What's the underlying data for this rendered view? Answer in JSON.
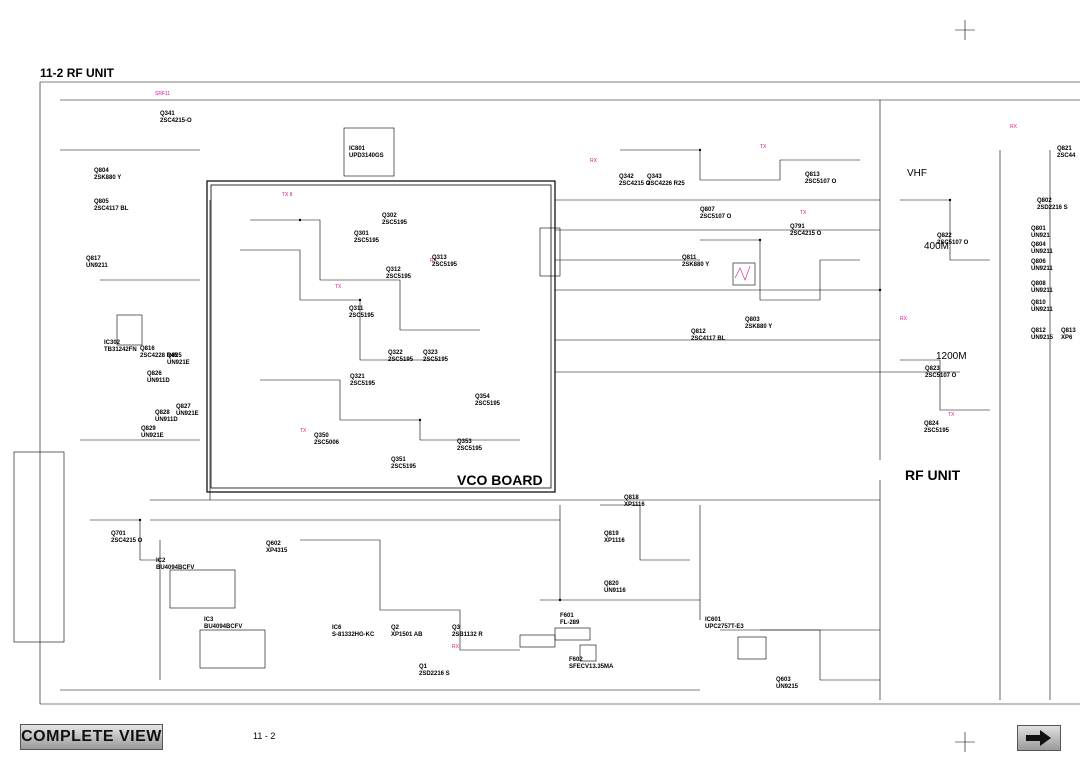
{
  "section_title": "11-2 RF UNIT",
  "board_titles": {
    "vco": "VCO BOARD",
    "rf": "RF UNIT"
  },
  "bands": {
    "vhf": "VHF",
    "uhf400": "400M",
    "uhf1200": "1200M"
  },
  "components": [
    {
      "ref": "Q341",
      "part": "2SC4215-O"
    },
    {
      "ref": "IC801",
      "part": "UPD3140GS"
    },
    {
      "ref": "Q804",
      "part": "2SK880 Y"
    },
    {
      "ref": "Q805",
      "part": "2SC4117 BL"
    },
    {
      "ref": "Q817",
      "part": "UN9211"
    },
    {
      "ref": "Q302",
      "part": "2SC5195"
    },
    {
      "ref": "Q301",
      "part": "2SC5195"
    },
    {
      "ref": "Q313",
      "part": "2SC5195"
    },
    {
      "ref": "Q312",
      "part": "2SC5195"
    },
    {
      "ref": "Q311",
      "part": "2SC5195"
    },
    {
      "ref": "Q322",
      "part": "2SC5195"
    },
    {
      "ref": "Q323",
      "part": "2SC5195"
    },
    {
      "ref": "Q321",
      "part": "2SC5195"
    },
    {
      "ref": "Q354",
      "part": "2SC5195"
    },
    {
      "ref": "Q353",
      "part": "2SC5195"
    },
    {
      "ref": "Q351",
      "part": "2SC5195"
    },
    {
      "ref": "Q350",
      "part": "2SC5006"
    },
    {
      "ref": "IC302",
      "part": "TB31242FN"
    },
    {
      "ref": "Q816",
      "part": "2SC4228 R45"
    },
    {
      "ref": "Q825",
      "part": "UN921E"
    },
    {
      "ref": "Q826",
      "part": "UN911D"
    },
    {
      "ref": "Q827",
      "part": "UN921E"
    },
    {
      "ref": "Q828",
      "part": "UN911D"
    },
    {
      "ref": "Q829",
      "part": "UN921E"
    },
    {
      "ref": "Q342",
      "part": "2SC4215 O"
    },
    {
      "ref": "Q343",
      "part": "2SC4226 R25"
    },
    {
      "ref": "Q813",
      "part": "2SC5107 O"
    },
    {
      "ref": "Q807",
      "part": "2SC5107 O"
    },
    {
      "ref": "Q791",
      "part": "2SC4215 O"
    },
    {
      "ref": "Q822",
      "part": "2SC5107 O"
    },
    {
      "ref": "Q811",
      "part": "2SK880 Y"
    },
    {
      "ref": "Q803",
      "part": "2SK880 Y"
    },
    {
      "ref": "Q812",
      "part": "2SC4117 BL"
    },
    {
      "ref": "Q823",
      "part": "2SC5107 O"
    },
    {
      "ref": "Q824",
      "part": "2SC5195"
    },
    {
      "ref": "Q802",
      "part": "2SD2216 S"
    },
    {
      "ref": "Q821",
      "part": "2SC44"
    },
    {
      "ref": "Q801",
      "part": "UN921"
    },
    {
      "ref": "Q804",
      "part": "UN9211"
    },
    {
      "ref": "Q806",
      "part": "UN9211"
    },
    {
      "ref": "Q808",
      "part": "UN9211"
    },
    {
      "ref": "Q810",
      "part": "UN9211"
    },
    {
      "ref": "Q812",
      "part": "UN9215"
    },
    {
      "ref": "Q813",
      "part": "XP6"
    },
    {
      "ref": "Q818",
      "part": "XP1116"
    },
    {
      "ref": "Q819",
      "part": "XP1116"
    },
    {
      "ref": "Q820",
      "part": "UN9116"
    },
    {
      "ref": "Q701",
      "part": "2SC4215 O"
    },
    {
      "ref": "IC2",
      "part": "BU4094BCFV"
    },
    {
      "ref": "IC3",
      "part": "BU4094BCFV"
    },
    {
      "ref": "Q602",
      "part": "XP4315"
    },
    {
      "ref": "IC6",
      "part": "S-81332HG-KC"
    },
    {
      "ref": "Q2",
      "part": "XP1501 AB"
    },
    {
      "ref": "Q3",
      "part": "2SB1132 R"
    },
    {
      "ref": "Q1",
      "part": "2SD2216 S"
    },
    {
      "ref": "F601",
      "part": "FL-289"
    },
    {
      "ref": "F602",
      "part": "SFECV13.35MA"
    },
    {
      "ref": "IC601",
      "part": "UPC2757T-E3"
    },
    {
      "ref": "Q603",
      "part": "UN9215"
    }
  ],
  "footer": {
    "complete_view": "COMPLETE VIEW",
    "page_number": "11 - 2"
  },
  "colors": {
    "ink": "#000000",
    "annotation": "#e0148c"
  }
}
